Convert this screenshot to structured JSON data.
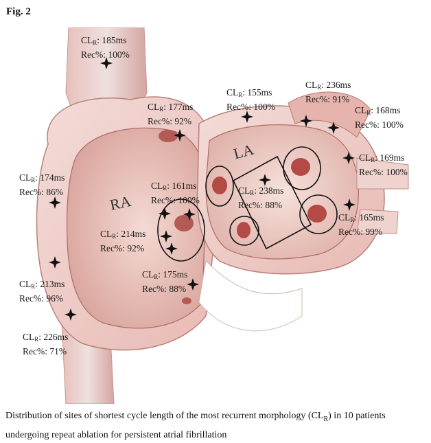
{
  "figure_label": "Fig. 2",
  "chambers": {
    "ra": "RA",
    "la": "LA"
  },
  "sites": [
    {
      "cl": "185ms",
      "rec": "100%"
    },
    {
      "cl": "177ms",
      "rec": "92%"
    },
    {
      "cl": "155ms",
      "rec": "100%"
    },
    {
      "cl": "236ms",
      "rec": "91%"
    },
    {
      "cl": "168ms",
      "rec": "100%"
    },
    {
      "cl": "169ms",
      "rec": "100%"
    },
    {
      "cl": "174ms",
      "rec": "86%"
    },
    {
      "cl": "161ms",
      "rec": "100%"
    },
    {
      "cl": "238ms",
      "rec": "88%"
    },
    {
      "cl": "165ms",
      "rec": "99%"
    },
    {
      "cl": "214ms",
      "rec": "92%"
    },
    {
      "cl": "175ms",
      "rec": "88%"
    },
    {
      "cl": "213ms",
      "rec": "96%"
    },
    {
      "cl": "226ms",
      "rec": "71%"
    }
  ],
  "label_prefix": {
    "cl": "CL",
    "cl_sub": "R",
    "rec": "Rec%"
  },
  "caption_parts": {
    "before": "Distribution of sites of shortest cycle length of the most recurrent morphology (CL",
    "sub": "R",
    "after": ") in 10 patients undergoing repeat ablation for persistent atrial fibrillation"
  }
}
